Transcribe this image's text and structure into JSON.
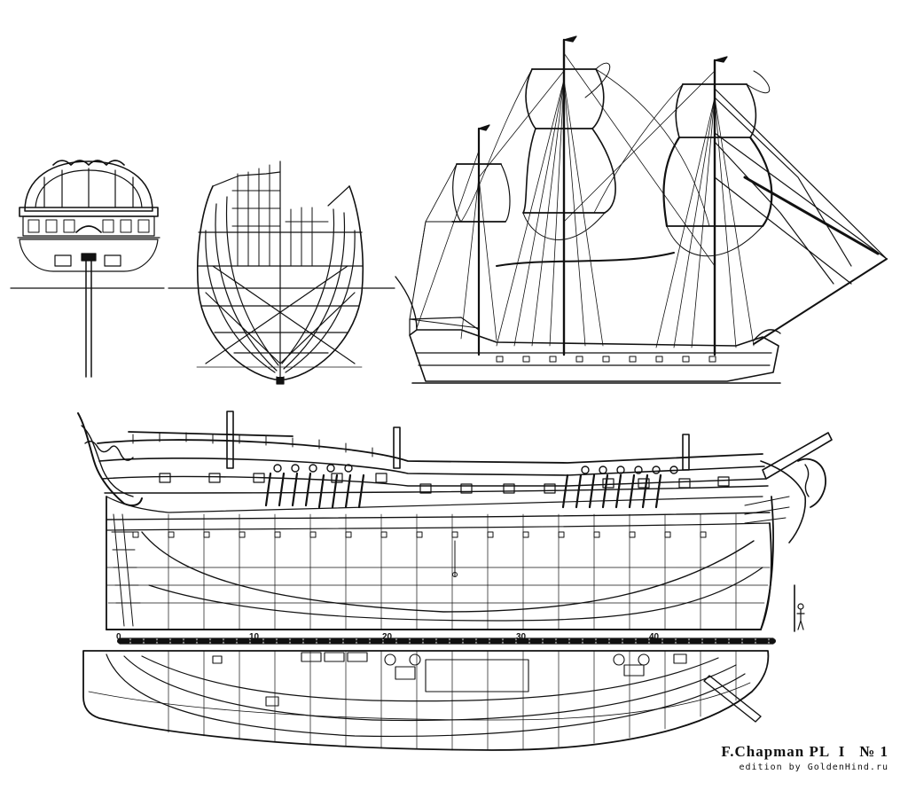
{
  "plate": {
    "title": "F.Chapman PL  I   № 1",
    "edition": "edition by GoldenHind.ru"
  },
  "scale": {
    "labels": [
      "0",
      "10",
      "20",
      "30",
      "40"
    ]
  },
  "colors": {
    "ink": "#111111",
    "paper": "#ffffff"
  }
}
